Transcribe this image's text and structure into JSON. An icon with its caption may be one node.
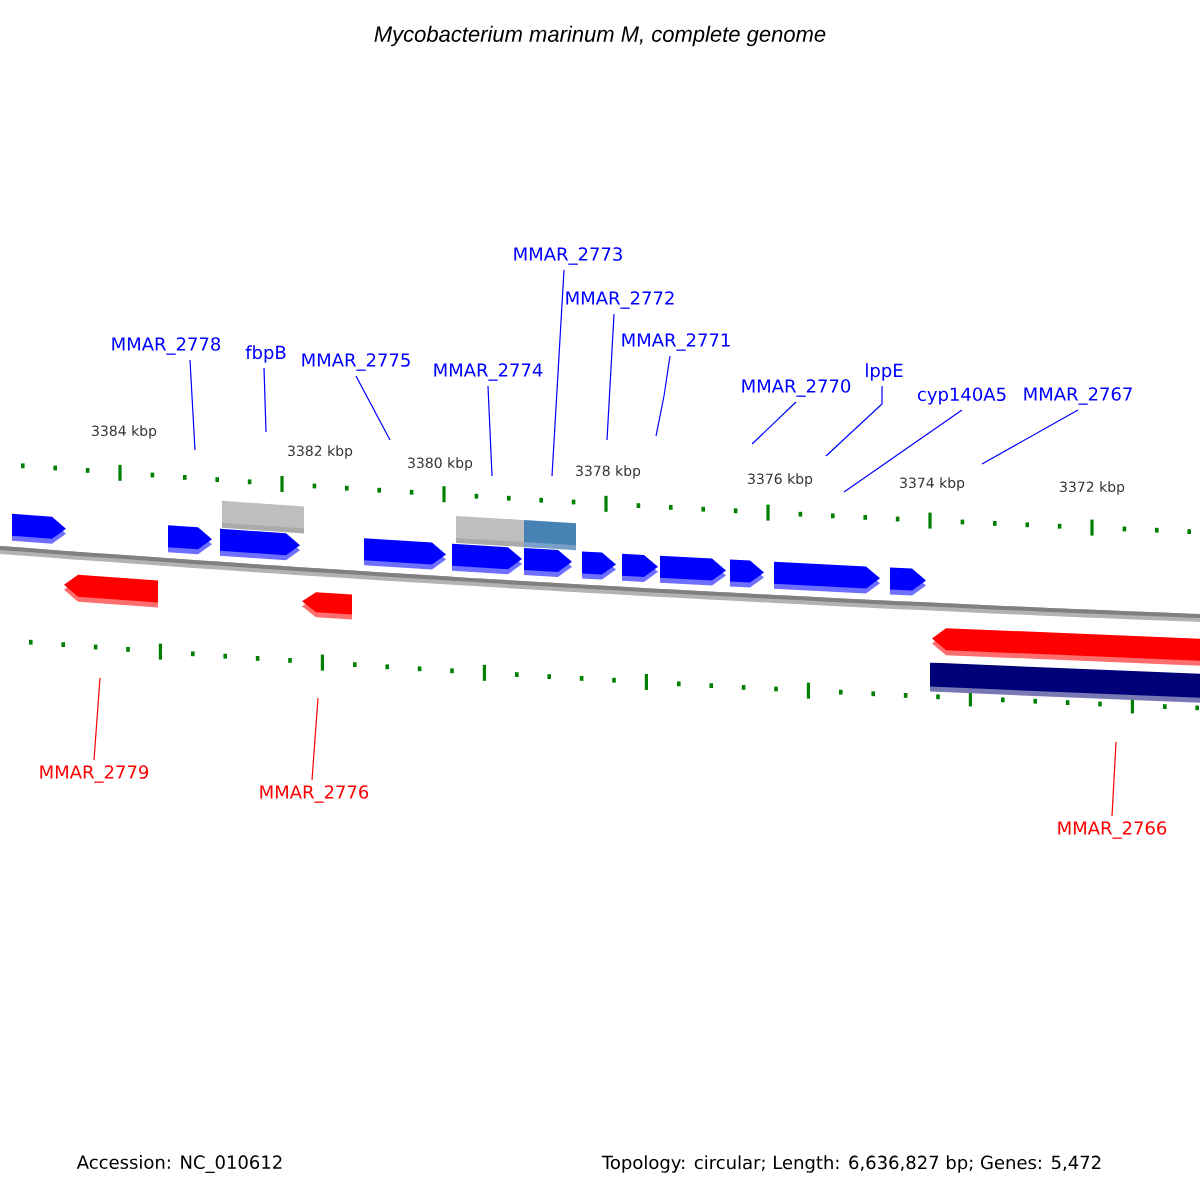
{
  "diagram": {
    "title": "Mycobacterium marinum M, complete genome",
    "nodes": [
      {
        "text": [
          "MMAR_2778"
        ]
      },
      {
        "text": [
          "fbpB"
        ]
      },
      {
        "text": [
          "MMAR_2775"
        ]
      },
      {
        "text": [
          "MMAR_2774"
        ]
      },
      {
        "text": [
          "MMAR_2773"
        ]
      },
      {
        "text": [
          "MMAR_2772"
        ]
      },
      {
        "text": [
          "MMAR_2771"
        ]
      },
      {
        "text": [
          "MMAR_2770"
        ]
      },
      {
        "text": [
          "lppE"
        ]
      },
      {
        "text": [
          "cyp140A5"
        ]
      },
      {
        "text": [
          "MMAR_2767"
        ]
      },
      {
        "text": [
          "MMAR_2779"
        ]
      },
      {
        "text": [
          "MMAR_2776"
        ]
      },
      {
        "text": [
          "MMAR_2766"
        ]
      }
    ],
    "edges": [
      {
        "from": 0,
        "to": null,
        "arrow": "none"
      },
      {
        "from": 1,
        "to": null,
        "arrow": "none"
      },
      {
        "from": 2,
        "to": null,
        "arrow": "none"
      },
      {
        "from": 3,
        "to": null,
        "arrow": "none"
      },
      {
        "from": 4,
        "to": null,
        "arrow": "none"
      },
      {
        "from": 5,
        "to": null,
        "arrow": "none"
      },
      {
        "from": 6,
        "to": null,
        "arrow": "none"
      },
      {
        "from": 7,
        "to": null,
        "arrow": "none"
      },
      {
        "from": 8,
        "to": null,
        "arrow": "none"
      },
      {
        "from": 9,
        "to": null,
        "arrow": "none"
      },
      {
        "from": 10,
        "to": null,
        "arrow": "none"
      },
      {
        "from": 11,
        "to": null,
        "arrow": "none",
        "color": "#ff0000"
      },
      {
        "from": 12,
        "to": null,
        "arrow": "none",
        "color": "#ff0000"
      },
      {
        "from": 13,
        "to": null,
        "arrow": "none",
        "color": "#ff0000"
      }
    ],
    "labels": [
      "3384 kbp",
      "3382 kbp",
      "3380 kbp",
      "3378 kbp",
      "3376 kbp",
      "3374 kbp",
      "3372 kbp",
      "Accession: NC_010612",
      "Topology: circular; Length: 6,636,827 bp; Genes: 5,472"
    ]
  }
}
